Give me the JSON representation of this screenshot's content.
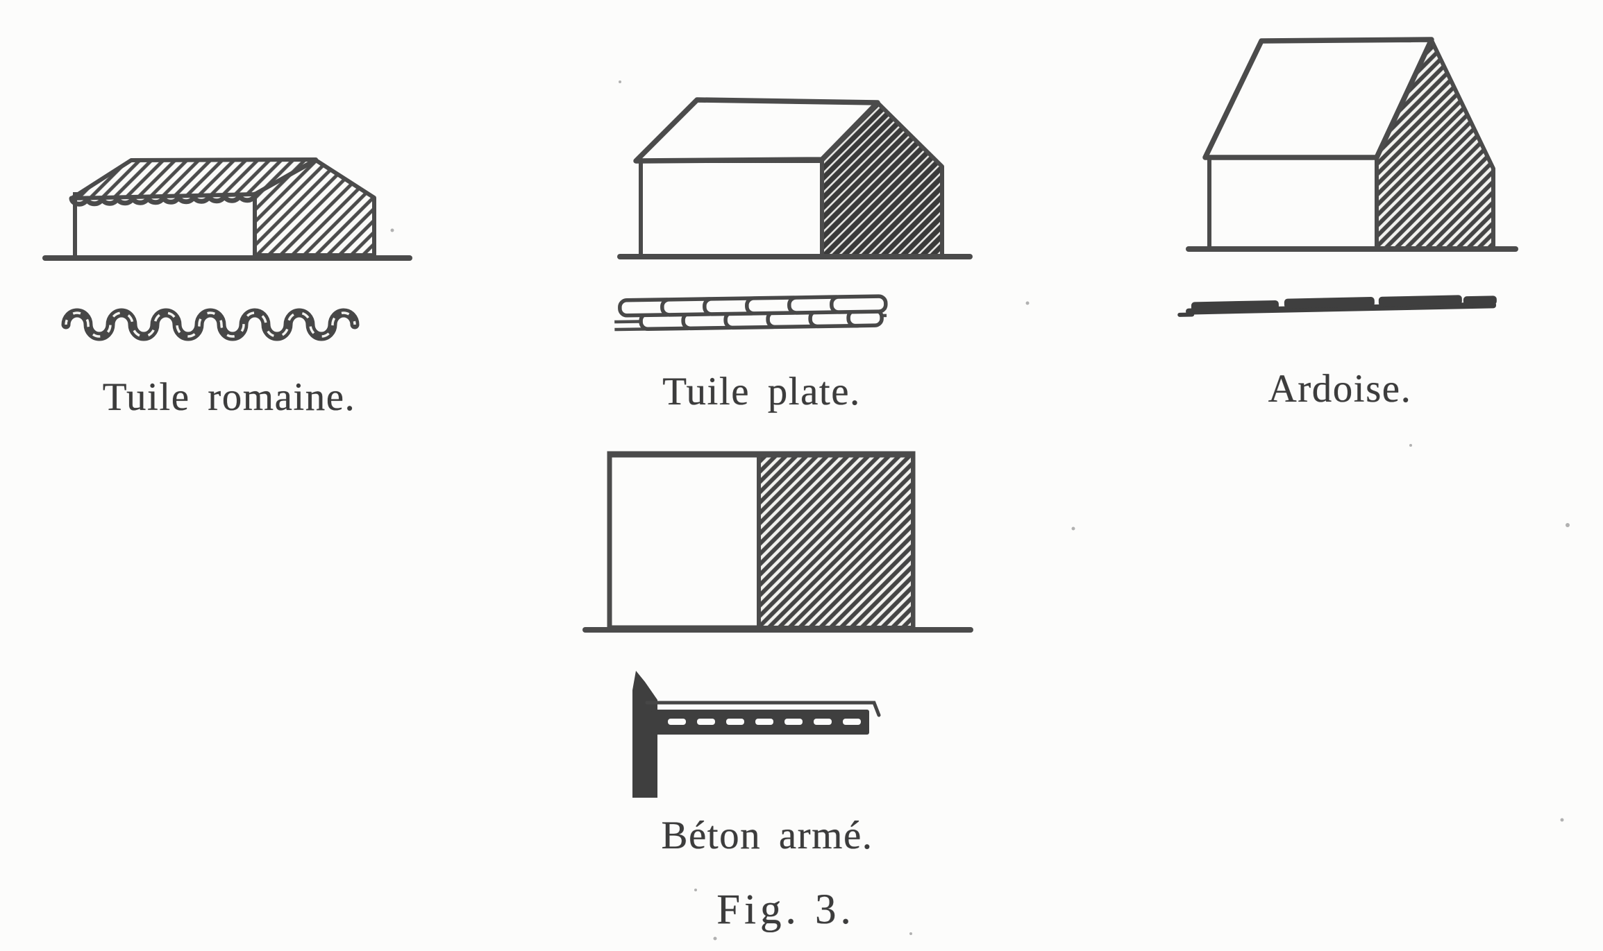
{
  "page": {
    "paper_color": "#fcfcfb",
    "ink_color": "#4b4b4b",
    "caption": "Fig. 3."
  },
  "figures": [
    {
      "id": "tuile-romaine",
      "label": "Tuile romaine."
    },
    {
      "id": "tuile-plate",
      "label": "Tuile plate."
    },
    {
      "id": "ardoise",
      "label": "Ardoise."
    },
    {
      "id": "beton-arme",
      "label": "Béton armé."
    }
  ]
}
